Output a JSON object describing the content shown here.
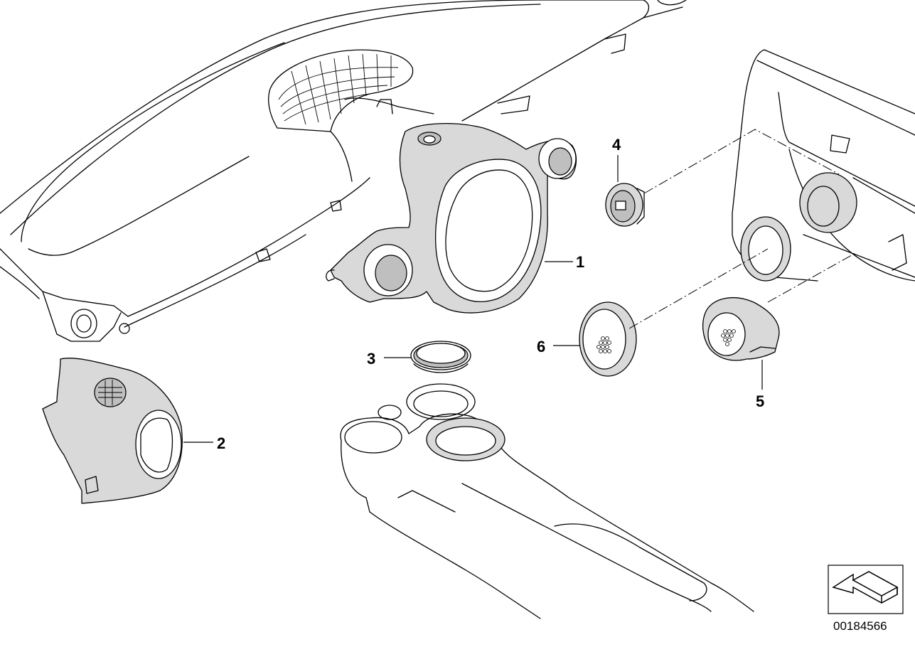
{
  "diagram": {
    "document_number": "00184566",
    "callouts": [
      {
        "id": "part-1",
        "label": "1"
      },
      {
        "id": "part-2",
        "label": "2"
      },
      {
        "id": "part-3",
        "label": "3"
      },
      {
        "id": "part-4",
        "label": "4"
      },
      {
        "id": "part-5",
        "label": "5"
      },
      {
        "id": "part-6",
        "label": "6"
      }
    ],
    "icons": [
      "dashboard-outline",
      "instrument-cluster-trim",
      "steering-column-trim",
      "trim-ring",
      "tweeter-speaker",
      "speaker-cover-5",
      "speaker-cover-6",
      "door-panel",
      "center-console",
      "orientation-arrow-icon"
    ]
  }
}
